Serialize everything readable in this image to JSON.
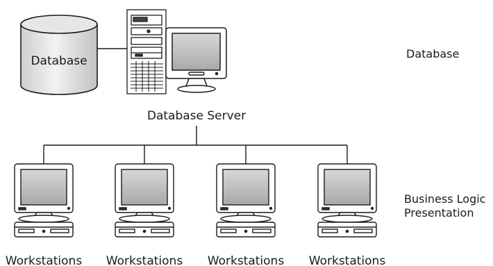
{
  "diagram": {
    "database_label": "Database",
    "server_label": "Database Server",
    "workstations": [
      {
        "label": "Workstations"
      },
      {
        "label": "Workstations"
      },
      {
        "label": "Workstations"
      },
      {
        "label": "Workstations"
      }
    ],
    "tiers": {
      "top": "Database",
      "bottom_line1": "Business Logic",
      "bottom_line2": "Presentation"
    }
  },
  "colors": {
    "stroke": "#1a1a1a",
    "cylinder_fill": "#e8e8e8",
    "screen_fill": "#c9c9c9",
    "body_fill": "#ffffff"
  }
}
